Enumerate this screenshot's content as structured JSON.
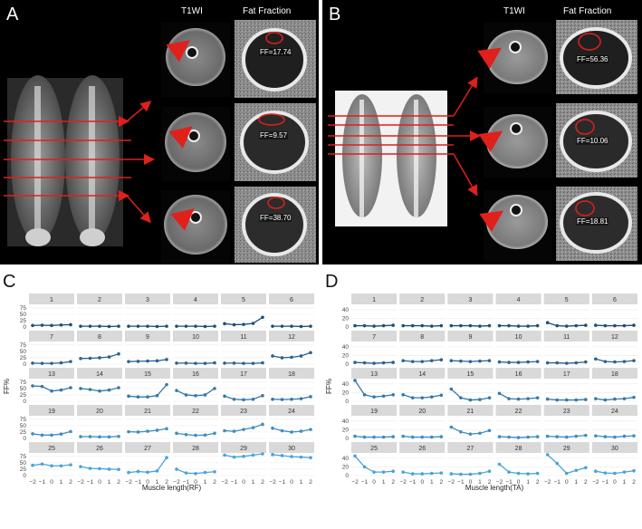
{
  "panels": {
    "A": {
      "label": "A",
      "t1_header": "T1WI",
      "ff_header": "Fat Fraction",
      "ff_values": [
        "FF=17.74",
        "FF=9.57",
        "FF=38.70"
      ]
    },
    "B": {
      "label": "B",
      "t1_header": "T1WI",
      "ff_header": "Fat Fraction",
      "ff_values": [
        "FF=56.36",
        "FF=10.06",
        "FF=18.81"
      ]
    },
    "C": {
      "label": "C"
    },
    "D": {
      "label": "D"
    }
  },
  "colors": {
    "line_dark": "#1f4e79",
    "line_light": "#4aa3d8",
    "strip": "#d9d9d9",
    "grid": "#ebebeb",
    "arrow": "#e0201b"
  },
  "chart_data": [
    {
      "type": "line",
      "panel": "C",
      "ylabel": "FF%",
      "xlabel": "Muscle length(RF)",
      "x": [
        -2,
        -1,
        0,
        1,
        2
      ],
      "x_tick_labels": [
        "−2",
        "−1",
        "0",
        "1",
        "2"
      ],
      "y_ticks": [
        0,
        25,
        50,
        75
      ],
      "y_tick_labels": [
        "0",
        "25",
        "50",
        "75"
      ],
      "ylim": [
        0,
        85
      ],
      "facets": [
        {
          "name": "1",
          "values": [
            6,
            7,
            6,
            8,
            9
          ]
        },
        {
          "name": "2",
          "values": [
            3,
            3,
            3,
            2,
            3
          ]
        },
        {
          "name": "3",
          "values": [
            3,
            3,
            3,
            2,
            3
          ]
        },
        {
          "name": "4",
          "values": [
            3,
            3,
            3,
            2,
            3
          ]
        },
        {
          "name": "5",
          "values": [
            13,
            9,
            10,
            14,
            38
          ]
        },
        {
          "name": "6",
          "values": [
            3,
            3,
            3,
            2,
            3
          ]
        },
        {
          "name": "7",
          "values": [
            4,
            3,
            3,
            5,
            10
          ]
        },
        {
          "name": "8",
          "values": [
            22,
            23,
            25,
            28,
            40
          ]
        },
        {
          "name": "9",
          "values": [
            10,
            11,
            12,
            13,
            18
          ]
        },
        {
          "name": "10",
          "values": [
            4,
            4,
            3,
            3,
            5
          ]
        },
        {
          "name": "11",
          "values": [
            4,
            4,
            3,
            3,
            5
          ]
        },
        {
          "name": "12",
          "values": [
            32,
            25,
            27,
            32,
            45
          ]
        },
        {
          "name": "13",
          "values": [
            60,
            58,
            40,
            44,
            53
          ]
        },
        {
          "name": "14",
          "values": [
            50,
            46,
            40,
            44,
            53
          ]
        },
        {
          "name": "15",
          "values": [
            20,
            17,
            17,
            22,
            65
          ]
        },
        {
          "name": "16",
          "values": [
            42,
            25,
            22,
            25,
            50
          ]
        },
        {
          "name": "17",
          "values": [
            20,
            8,
            6,
            8,
            22
          ]
        },
        {
          "name": "18",
          "values": [
            8,
            7,
            8,
            10,
            18
          ]
        },
        {
          "name": "19",
          "values": [
            18,
            13,
            13,
            17,
            27
          ]
        },
        {
          "name": "20",
          "values": [
            7,
            7,
            6,
            6,
            8
          ]
        },
        {
          "name": "21",
          "values": [
            26,
            25,
            28,
            32,
            38
          ]
        },
        {
          "name": "22",
          "values": [
            20,
            15,
            12,
            13,
            20
          ]
        },
        {
          "name": "23",
          "values": [
            30,
            28,
            35,
            42,
            55
          ]
        },
        {
          "name": "24",
          "values": [
            40,
            30,
            25,
            28,
            35
          ]
        },
        {
          "name": "25",
          "values": [
            40,
            45,
            38,
            38,
            42
          ]
        },
        {
          "name": "26",
          "values": [
            35,
            28,
            27,
            25,
            24
          ]
        },
        {
          "name": "27",
          "values": [
            12,
            16,
            13,
            18,
            70
          ]
        },
        {
          "name": "28",
          "values": [
            25,
            10,
            8,
            12,
            15
          ]
        },
        {
          "name": "29",
          "values": [
            80,
            72,
            75,
            80,
            85
          ]
        },
        {
          "name": "30",
          "values": [
            82,
            78,
            74,
            72,
            70
          ]
        }
      ]
    },
    {
      "type": "line",
      "panel": "D",
      "ylabel": "FF%",
      "xlabel": "Muscle length(TA)",
      "x": [
        -2,
        -1,
        0,
        1,
        2
      ],
      "x_tick_labels": [
        "−2",
        "−1",
        "0",
        "1",
        "2"
      ],
      "y_ticks": [
        0,
        20,
        40
      ],
      "y_tick_labels": [
        "0",
        "20",
        "40"
      ],
      "ylim": [
        0,
        50
      ],
      "facets": [
        {
          "name": "1",
          "values": [
            3,
            3,
            2,
            3,
            4
          ]
        },
        {
          "name": "2",
          "values": [
            3,
            3,
            3,
            2,
            3
          ]
        },
        {
          "name": "3",
          "values": [
            3,
            3,
            3,
            2,
            3
          ]
        },
        {
          "name": "4",
          "values": [
            3,
            3,
            2,
            2,
            3
          ]
        },
        {
          "name": "5",
          "values": [
            10,
            3,
            2,
            3,
            4
          ]
        },
        {
          "name": "6",
          "values": [
            4,
            3,
            3,
            3,
            4
          ]
        },
        {
          "name": "7",
          "values": [
            4,
            3,
            2,
            3,
            4
          ]
        },
        {
          "name": "8",
          "values": [
            8,
            6,
            6,
            8,
            10
          ]
        },
        {
          "name": "9",
          "values": [
            8,
            7,
            6,
            7,
            8
          ]
        },
        {
          "name": "10",
          "values": [
            5,
            4,
            4,
            5,
            6
          ]
        },
        {
          "name": "11",
          "values": [
            3,
            3,
            2,
            3,
            5
          ]
        },
        {
          "name": "12",
          "values": [
            12,
            6,
            5,
            6,
            8
          ]
        },
        {
          "name": "13",
          "values": [
            48,
            15,
            10,
            12,
            15
          ]
        },
        {
          "name": "14",
          "values": [
            15,
            8,
            8,
            10,
            14
          ]
        },
        {
          "name": "15",
          "values": [
            28,
            8,
            3,
            4,
            8
          ]
        },
        {
          "name": "16",
          "values": [
            18,
            6,
            5,
            6,
            8
          ]
        },
        {
          "name": "17",
          "values": [
            5,
            3,
            3,
            3,
            4
          ]
        },
        {
          "name": "18",
          "values": [
            6,
            3,
            5,
            6,
            9
          ]
        },
        {
          "name": "19",
          "values": [
            5,
            3,
            3,
            3,
            4
          ]
        },
        {
          "name": "20",
          "values": [
            5,
            3,
            3,
            3,
            4
          ]
        },
        {
          "name": "21",
          "values": [
            26,
            15,
            10,
            12,
            18
          ]
        },
        {
          "name": "22",
          "values": [
            4,
            3,
            2,
            3,
            4
          ]
        },
        {
          "name": "23",
          "values": [
            5,
            4,
            3,
            5,
            7
          ]
        },
        {
          "name": "24",
          "values": [
            6,
            4,
            3,
            5,
            6
          ]
        },
        {
          "name": "25",
          "values": [
            45,
            20,
            8,
            8,
            10
          ]
        },
        {
          "name": "26",
          "values": [
            8,
            4,
            4,
            5,
            6
          ]
        },
        {
          "name": "27",
          "values": [
            4,
            3,
            3,
            5,
            10
          ]
        },
        {
          "name": "28",
          "values": [
            26,
            8,
            5,
            4,
            5
          ]
        },
        {
          "name": "29",
          "values": [
            48,
            28,
            5,
            12,
            18
          ]
        },
        {
          "name": "30",
          "values": [
            10,
            6,
            5,
            8,
            11
          ]
        }
      ]
    }
  ]
}
